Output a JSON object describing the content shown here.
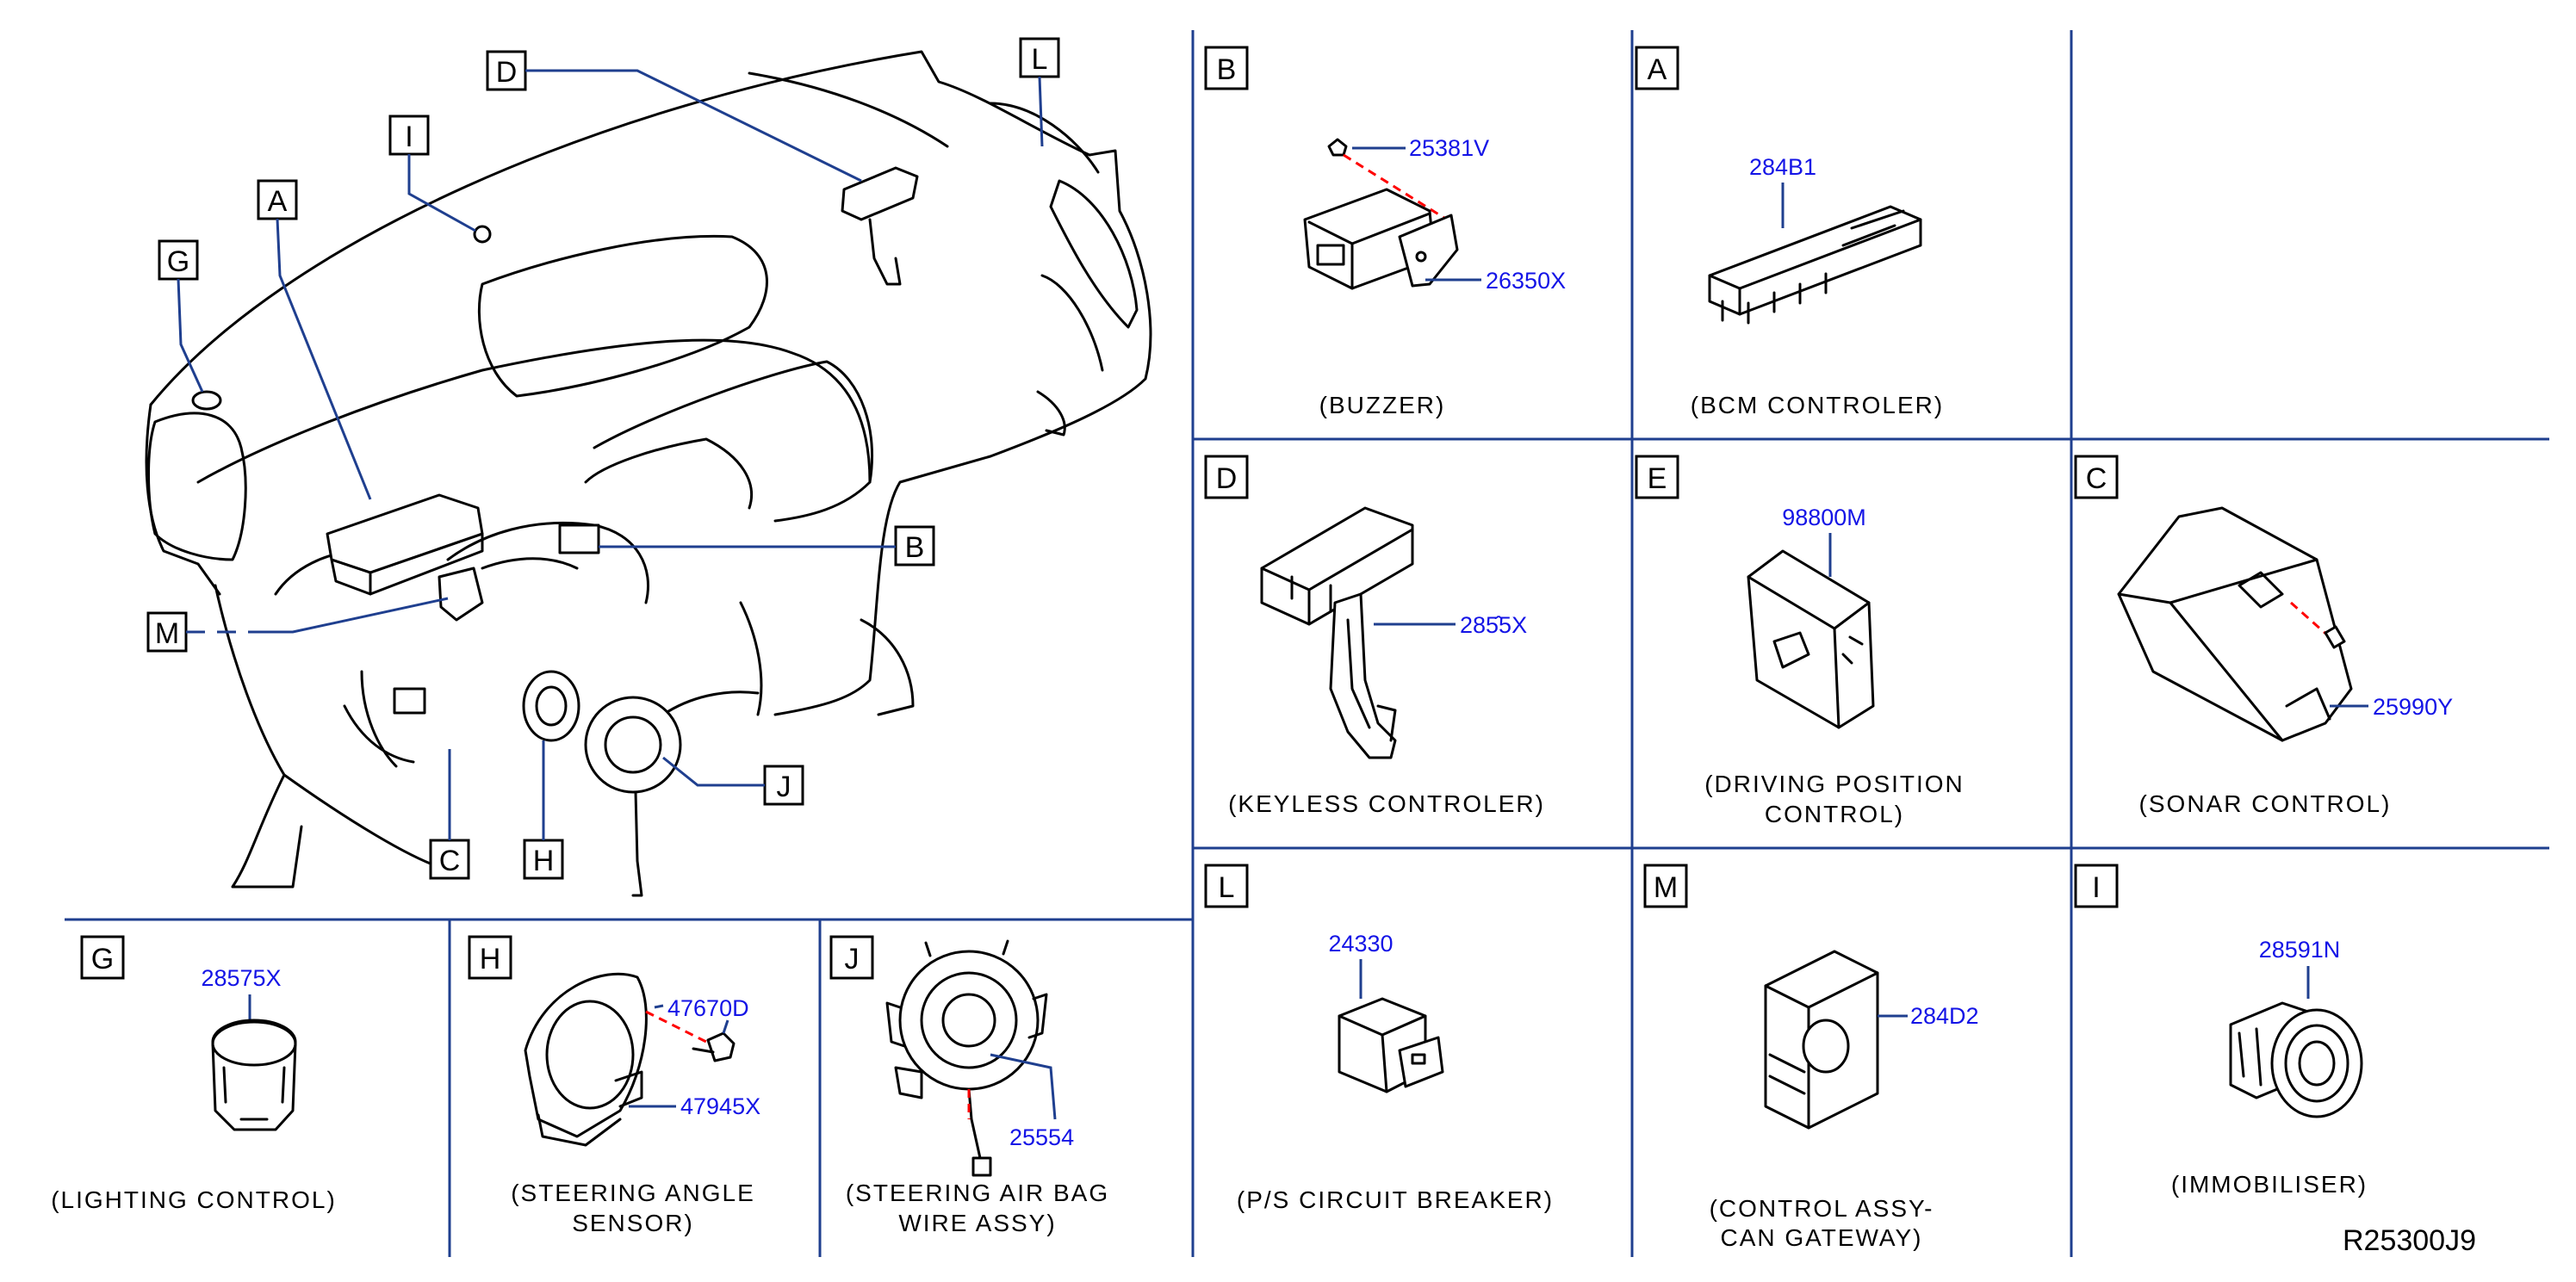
{
  "reference_code": "R25300J9",
  "overview_callouts": {
    "A": "A",
    "B": "B",
    "C": "C",
    "D": "D",
    "G": "G",
    "H": "H",
    "I": "I",
    "J": "J",
    "L": "L",
    "M": "M"
  },
  "panels": [
    {
      "id": "B",
      "letter": "B",
      "caption": [
        "(BUZZER)"
      ],
      "parts": [
        "25381V",
        "26350X"
      ]
    },
    {
      "id": "A",
      "letter": "A",
      "caption": [
        "(BCM   CONTROLER)"
      ],
      "parts": [
        "284B1"
      ]
    },
    {
      "id": "D",
      "letter": "D",
      "caption": [
        "(KEYLESS   CONTROLER)"
      ],
      "parts": [
        "285̂5X"
      ]
    },
    {
      "id": "E",
      "letter": "E",
      "caption": [
        "(DRIVING   POSITION",
        "CONTROL)"
      ],
      "parts": [
        "98800M"
      ]
    },
    {
      "id": "C",
      "letter": "C",
      "caption": [
        "(SONAR   CONTROL)"
      ],
      "parts": [
        "25990Y"
      ]
    },
    {
      "id": "G",
      "letter": "G",
      "caption": [
        "(LIGHTING   CONTROL)"
      ],
      "parts": [
        "28575X"
      ]
    },
    {
      "id": "H",
      "letter": "H",
      "caption": [
        "(STEERING   ANGLE",
        "SENSOR)"
      ],
      "parts": [
        "47670D",
        "47945X"
      ]
    },
    {
      "id": "J",
      "letter": "J",
      "caption": [
        "(STEERING   AIR  BAG",
        "WIRE   ASSY)"
      ],
      "parts": [
        "25554"
      ]
    },
    {
      "id": "L",
      "letter": "L",
      "caption": [
        "(P/S   CIRCUIT   BREAKER)"
      ],
      "parts": [
        "24330"
      ]
    },
    {
      "id": "M",
      "letter": "M",
      "caption": [
        "(CONTROL  ASSY-",
        "CAN   GATEWAY)"
      ],
      "parts": [
        "284D2"
      ]
    },
    {
      "id": "I",
      "letter": "I",
      "caption": [
        "(IMMOBILISER)"
      ],
      "parts": [
        "28591N"
      ]
    }
  ],
  "colors": {
    "grid": "#1f3f8f",
    "part_number": "#1414e6",
    "fastener_dash": "#ff0000",
    "ink": "#000000"
  }
}
